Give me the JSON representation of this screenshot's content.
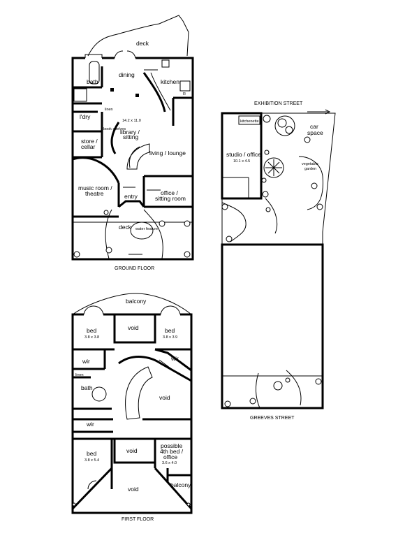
{
  "titles": {
    "ground": "GROUND FLOOR",
    "first": "FIRST FLOOR",
    "exhibition": "EXHIBITION STREET",
    "greeves": "GREEVES STREET"
  },
  "ground": {
    "deck_top": "deck",
    "bath": "bath",
    "dining": "dining",
    "kitchen": "kitchen",
    "laundry": "l'dry",
    "dims": "14.2 x 11.0",
    "library_1": "library /",
    "library_2": "sitting",
    "store_1": "store /",
    "store_2": "cellar",
    "living": "living / lounge",
    "music_1": "music room /",
    "music_2": "theatre",
    "office_1": "office /",
    "office_2": "sitting room",
    "entry": "entry",
    "deck_bottom": "deck",
    "book_shelves": "book shelves",
    "water_feature": "water feature",
    "linen": "linen",
    "r": "R"
  },
  "first": {
    "balcony_top": "balcony",
    "bed1": "bed",
    "bed1_dims": "3.8 x 3.8",
    "void_top": "void",
    "bed2": "bed",
    "bed2_dims": "3.8 x 3.9",
    "wir1": "wir",
    "wir2": "wir",
    "linen": "linen",
    "bath": "bath",
    "void_mid": "void",
    "wir3": "wir",
    "bed3": "bed",
    "bed3_dims": "3.8 x 5.4",
    "void_small": "void",
    "possible_1": "possible",
    "possible_2": "4th bed /",
    "possible_3": "office",
    "possible_dims": "3.6 x 4.0",
    "balcony_right": "balcony",
    "void_bottom": "void"
  },
  "site": {
    "kitchenette": "kitchenette",
    "studio": "studio / office",
    "studio_dims": "10.1 x 4.5",
    "car_1": "car",
    "car_2": "space",
    "veg_1": "vegetable",
    "veg_2": "garden"
  }
}
